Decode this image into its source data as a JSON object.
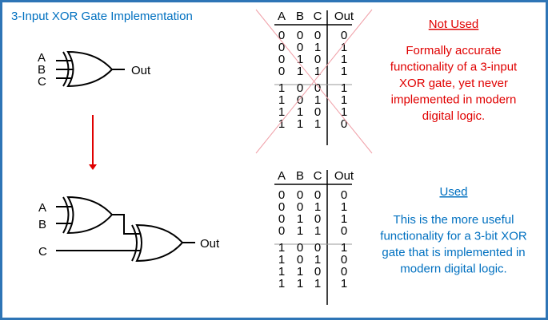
{
  "title": "3-Input XOR Gate Implementation",
  "colors": {
    "title": "#0070c0",
    "not_used": "#e00000",
    "used": "#0070c0",
    "arrow": "#e00000",
    "border": "#2e75b6"
  },
  "top_gate": {
    "inputs": [
      "A",
      "B",
      "C"
    ],
    "output": "Out"
  },
  "bottom_gates": {
    "inputs": [
      "A",
      "B",
      "C"
    ],
    "output": "Out"
  },
  "tables": [
    {
      "headers": [
        "A",
        "B",
        "C",
        "Out"
      ],
      "rows": [
        [
          "0",
          "0",
          "0",
          "0"
        ],
        [
          "0",
          "0",
          "1",
          "1"
        ],
        [
          "0",
          "1",
          "0",
          "1"
        ],
        [
          "0",
          "1",
          "1",
          "1"
        ],
        [
          "1",
          "0",
          "0",
          "1"
        ],
        [
          "1",
          "0",
          "1",
          "1"
        ],
        [
          "1",
          "1",
          "0",
          "1"
        ],
        [
          "1",
          "1",
          "1",
          "0"
        ]
      ],
      "crossed_out": true
    },
    {
      "headers": [
        "A",
        "B",
        "C",
        "Out"
      ],
      "rows": [
        [
          "0",
          "0",
          "0",
          "0"
        ],
        [
          "0",
          "0",
          "1",
          "1"
        ],
        [
          "0",
          "1",
          "0",
          "1"
        ],
        [
          "0",
          "1",
          "1",
          "0"
        ],
        [
          "1",
          "0",
          "0",
          "1"
        ],
        [
          "1",
          "0",
          "1",
          "0"
        ],
        [
          "1",
          "1",
          "0",
          "0"
        ],
        [
          "1",
          "1",
          "1",
          "1"
        ]
      ],
      "crossed_out": false
    }
  ],
  "notes": [
    {
      "heading": "Not Used",
      "lines": [
        "Formally accurate",
        "functionality of a 3-input",
        "XOR gate, yet never",
        "implemented in modern",
        "digital logic."
      ]
    },
    {
      "heading": "Used",
      "lines": [
        "This is the more useful",
        "functionality for a 3-bit XOR",
        "gate that is implemented in",
        "modern digital logic."
      ]
    }
  ]
}
